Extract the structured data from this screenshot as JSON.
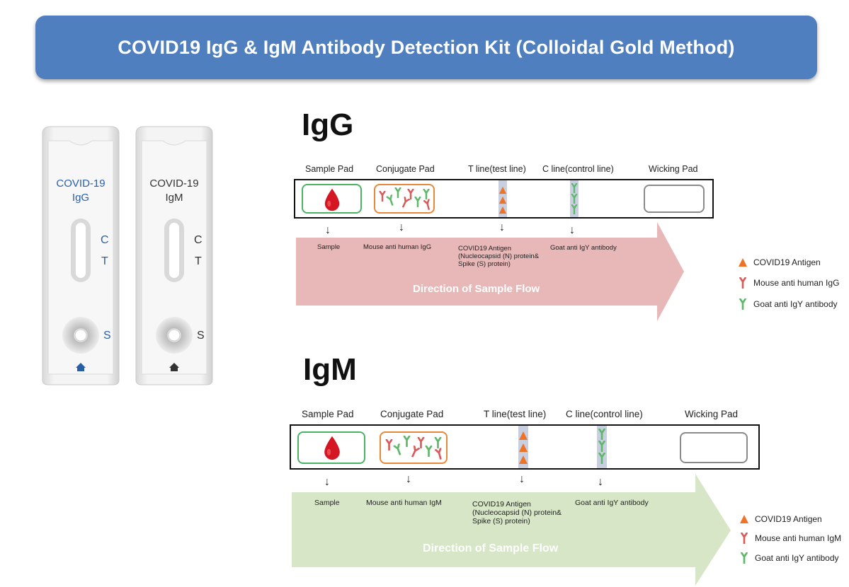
{
  "title": "COVID19 IgG & IgM Antibody Detection Kit (Colloidal Gold Method)",
  "colors": {
    "banner": "#4f7fbf",
    "igg_flow": "#e8b8b8",
    "igm_flow": "#d6e6c6",
    "antigen": "#ee7326",
    "mouse_antibody": "#d95a5a",
    "goat_antibody": "#5fb86a",
    "sample_pad_border": "#4ab464",
    "conjugate_pad_border": "#e8883a"
  },
  "cassettes": [
    {
      "line1": "COVID-19",
      "line2": "IgG",
      "c": "C",
      "t": "T",
      "s": "S"
    },
    {
      "line1": "COVID-19",
      "line2": "IgM",
      "c": "C",
      "t": "T",
      "s": "S"
    }
  ],
  "igg": {
    "title": "IgG",
    "zones": [
      "Sample Pad",
      "Conjugate Pad",
      "T line(test line)",
      "C line(control line)",
      "Wicking Pad"
    ],
    "flow": {
      "sample": "Sample",
      "conjugate": "Mouse anti human IgG",
      "t_line": "COVID19 Antigen (Nucleocapsid (N) protein& Spike (S) protein)",
      "c_line": "Goat anti IgY antibody",
      "direction": "Direction of Sample Flow"
    },
    "legend": [
      "COVID19 Antigen",
      "Mouse anti human IgG",
      "Goat anti IgY antibody"
    ]
  },
  "igm": {
    "title": "IgM",
    "zones": [
      "Sample Pad",
      "Conjugate Pad",
      "T line(test line)",
      "C line(control line)",
      "Wicking Pad"
    ],
    "flow": {
      "sample": "Sample",
      "conjugate": "Mouse anti human IgM",
      "t_line": "COVID19 Antigen (Nucleocapsid (N) protein& Spike (S) protein)",
      "c_line": "Goat anti IgY antibody",
      "direction": "Direction of Sample Flow"
    },
    "legend": [
      "COVID19 Antigen",
      "Mouse anti human IgM",
      "Goat anti IgY antibody"
    ]
  }
}
